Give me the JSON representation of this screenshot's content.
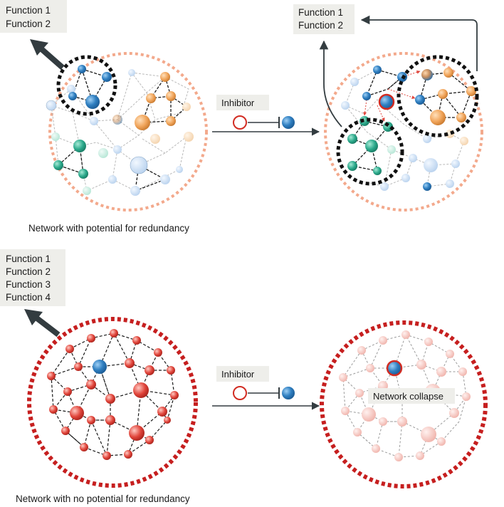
{
  "panel_top_left": {
    "functions": [
      "Function 1",
      "Function 2"
    ],
    "caption": "Network with potential for redundancy"
  },
  "panel_top_right": {
    "functions": [
      "Function 1",
      "Function 2"
    ]
  },
  "arrow_top": {
    "label": "Inhibitor"
  },
  "panel_bottom_left": {
    "functions": [
      "Function 1",
      "Function 2",
      "Function 3",
      "Function 4"
    ],
    "caption": "Network with no potential for redundancy"
  },
  "arrow_bottom": {
    "label": "Inhibitor"
  },
  "panel_bottom_right": {
    "overlay": "Network collapse"
  },
  "colors": {
    "blue": "#2f7fc1",
    "orange": "#f0a45a",
    "teal": "#2aa88a",
    "red_node": "#e0443a",
    "pale_red": "#f2b9b3",
    "pale_blue": "#cfe0f2",
    "ring_salmon": "#f3a98c",
    "ring_red": "#c61f1f",
    "label_bg": "#eeeeea",
    "dark_arrow": "#333c40"
  }
}
